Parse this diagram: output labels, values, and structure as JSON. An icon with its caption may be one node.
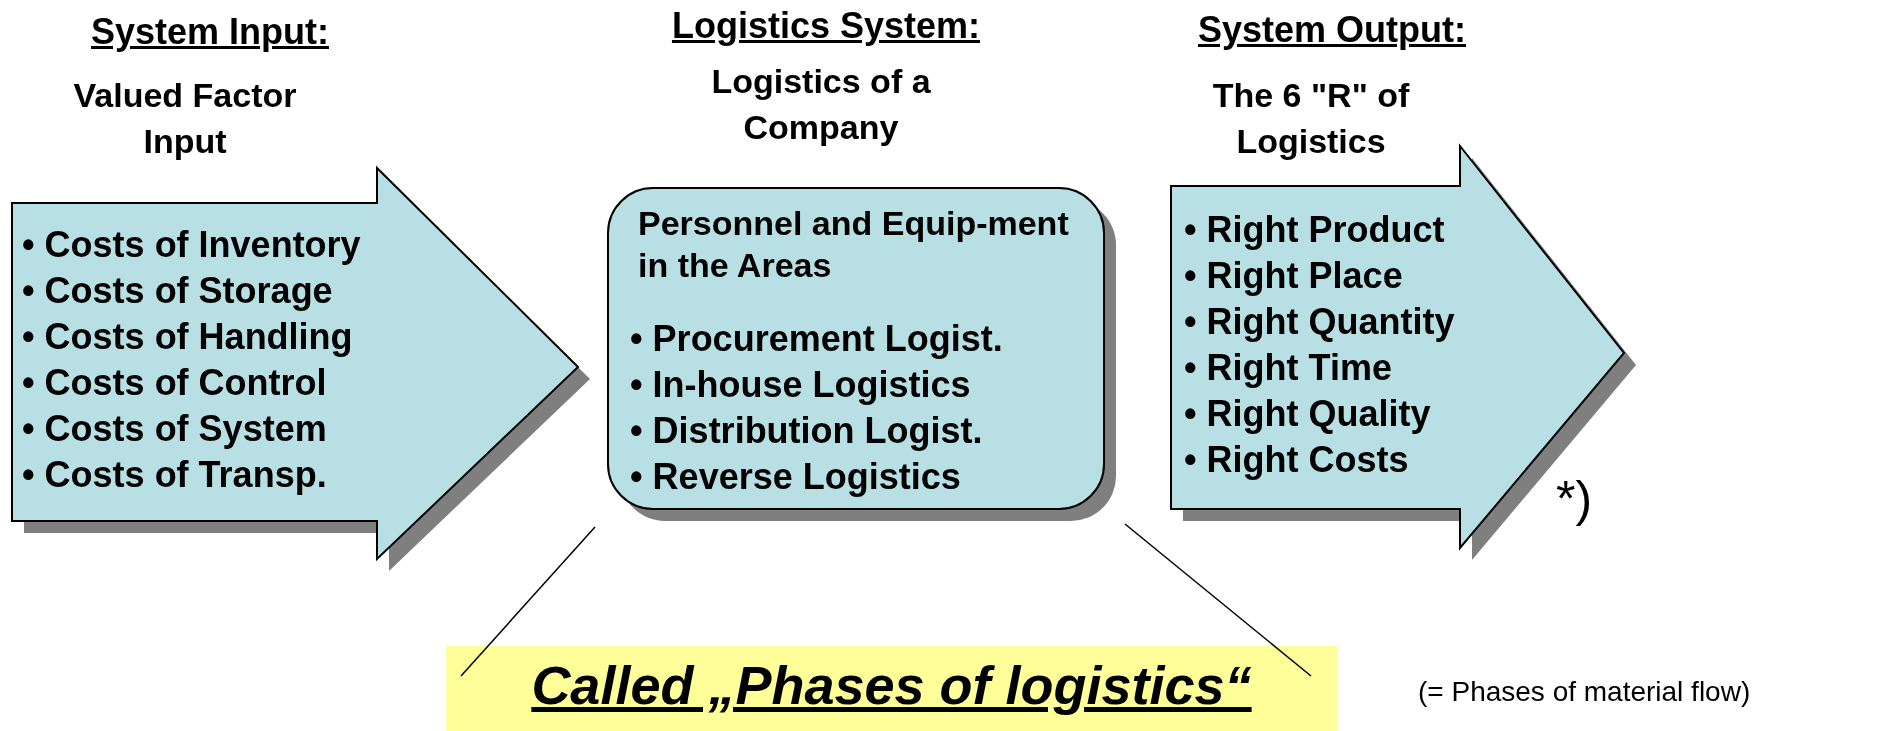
{
  "diagram": {
    "nodes": [
      {
        "text": [
          "System Input:",
          "Valued Factor Input",
          "• Costs of Inventory",
          "• Costs of Storage",
          "• Costs of Handling",
          "• Costs of Control",
          "• Costs of System",
          "• Costs of Transp."
        ]
      },
      {
        "text": [
          "Logistics System:",
          "Logistics of a Company",
          "Personnel and Equip-ment in the Areas",
          "• Procurement Logist.",
          "• In-house Logistics",
          "• Distribution Logist.",
          "• Reverse Logistics"
        ]
      },
      {
        "text": [
          "System Output:",
          "The 6 \"R\" of Logistics",
          "• Right Product",
          "• Right Place",
          "• Right Quantity",
          "• Right Time",
          "• Right Quality",
          "• Right Costs"
        ],
        "beside": [
          "*)"
        ]
      },
      {
        "text": [
          "Called „Phases of logistics“"
        ],
        "beside": [
          "(= Phases of material flow)"
        ]
      }
    ],
    "edges": [
      {
        "from": 1,
        "to": 3,
        "arrow": "none"
      },
      {
        "from": 1,
        "to": 3,
        "arrow": "none"
      }
    ]
  }
}
